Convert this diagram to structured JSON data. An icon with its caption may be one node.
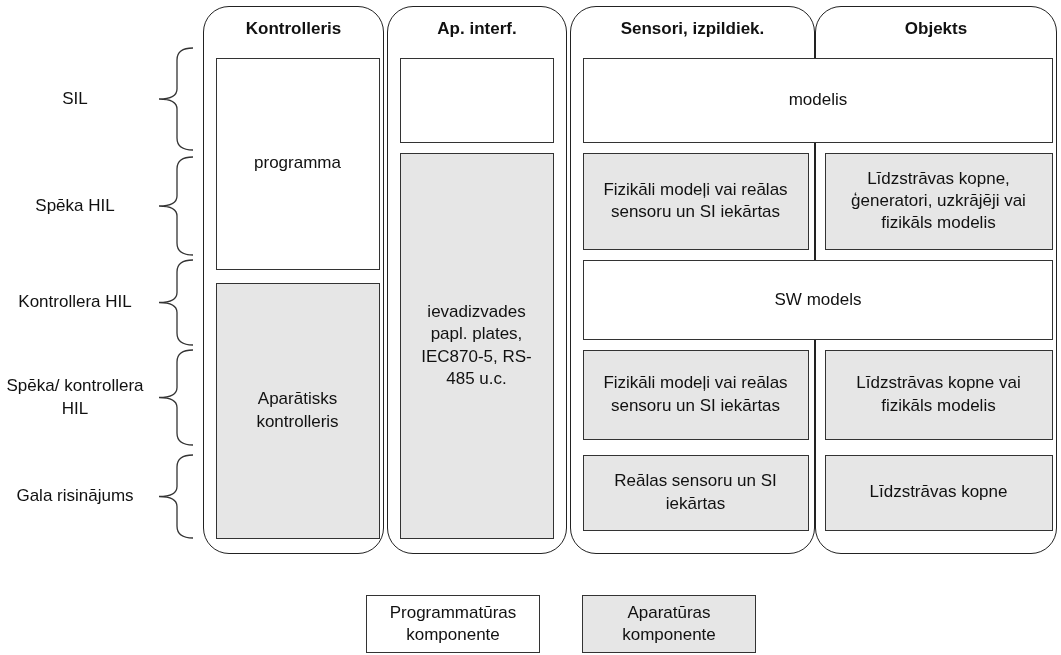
{
  "diagram": {
    "nodes": [
      {
        "text": [
          "Kontrolleris"
        ]
      },
      {
        "text": [
          "Ap. interf."
        ]
      },
      {
        "text": [
          "Sensori, izpildiek."
        ]
      },
      {
        "text": [
          "Objekts"
        ]
      },
      {
        "text": [
          "programma"
        ],
        "in": 0
      },
      {
        "text": [],
        "shape": "box",
        "in": 1
      },
      {
        "text": [
          "modelis"
        ]
      },
      {
        "text": [
          "Fizikāli modeļi vai reālas sensoru un SI iekārtas"
        ],
        "in": 2
      },
      {
        "text": [
          "Līdzstrāvas kopne, ģeneratori, uzkrājēji vai fizikāls modelis"
        ],
        "in": 3
      },
      {
        "text": [
          "ievadizvades papl. plates, IEC870-5, RS-485 u.c."
        ],
        "in": 1
      },
      {
        "text": [
          "SW models"
        ]
      },
      {
        "text": [
          "Aparātisks kontrolleris"
        ],
        "in": 0
      },
      {
        "text": [
          "Fizikāli modeļi vai reālas sensoru un SI iekārtas"
        ],
        "in": 2
      },
      {
        "text": [
          "Līdzstrāvas kopne vai fizikāls modelis"
        ],
        "in": 3
      },
      {
        "text": [
          "Reālas sensoru un SI iekārtas"
        ],
        "in": 2
      },
      {
        "text": [
          "Līdzstrāvas kopne"
        ],
        "in": 3
      }
    ],
    "labels": [
      "SIL",
      "Spēka HIL",
      "Kontrollera HIL",
      "Spēka/ kontrollera HIL",
      "Gala risinājums"
    ],
    "legend": [
      {
        "text": "Programmatūras komponente",
        "color": "#ffffff"
      },
      {
        "text": "Aparatūras komponente",
        "color": "#e6e6e6"
      }
    ]
  }
}
